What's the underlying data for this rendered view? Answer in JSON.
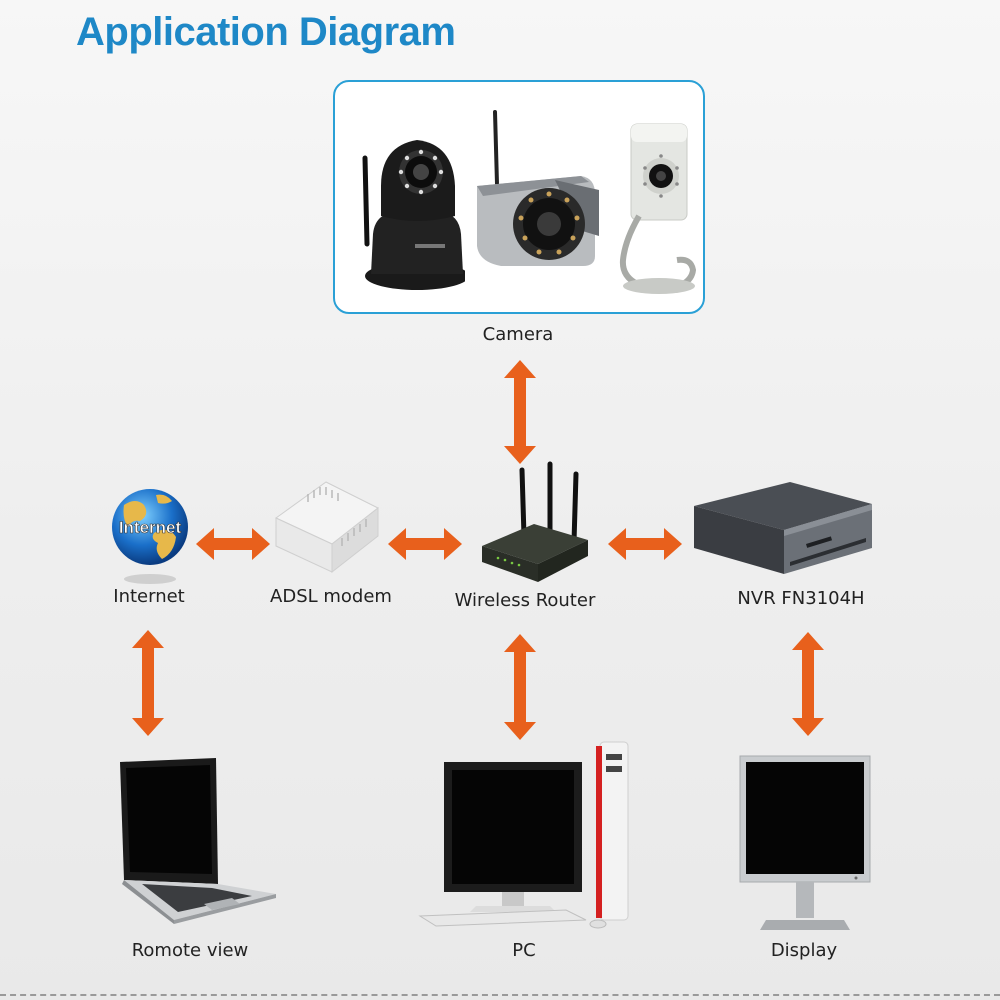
{
  "title": "Application Diagram",
  "nodes": {
    "camera": "Camera",
    "internet": "Internet",
    "globe_text": "Internet",
    "modem": "ADSL modem",
    "router": "Wireless Router",
    "nvr": "NVR FN3104H",
    "remote": "Romote view",
    "pc": "PC",
    "display": "Display"
  },
  "colors": {
    "title": "#1e88c7",
    "arrow": "#e8601c",
    "box_border": "#2aa0d6"
  },
  "icons": [
    "pan-tilt-camera-icon",
    "bullet-camera-icon",
    "cube-camera-icon",
    "globe-icon",
    "modem-icon",
    "router-icon",
    "nvr-icon",
    "laptop-icon",
    "desktop-pc-icon",
    "monitor-icon"
  ]
}
